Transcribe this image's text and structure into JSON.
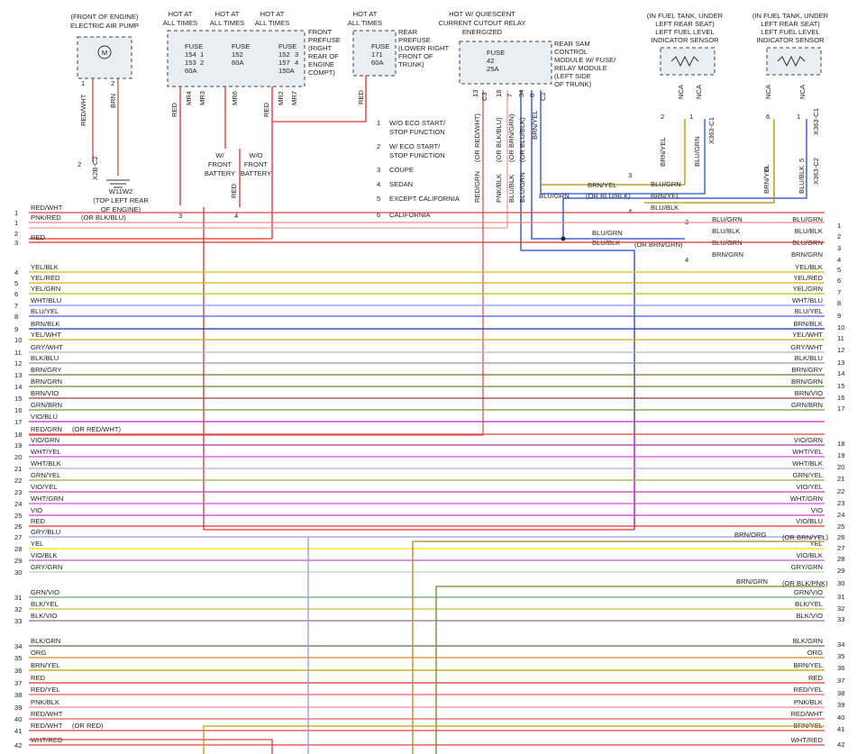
{
  "connectors": {
    "x2b_c2": "X2B-C2",
    "x363_c1_a": "X363-C1",
    "x363_c1_b": "X363-C1",
    "x363_c2": "X363-C2",
    "c3_label": "C3",
    "c2_label": "C2"
  },
  "components": {
    "air_pump": [
      "(FRONT OF ENGINE)",
      "ELECTRIC AIR PUMP"
    ],
    "air_pump_motor": "M",
    "hot1": [
      "HOT AT",
      "ALL TIMES"
    ],
    "hot2": [
      "HOT AT",
      "ALL TIMES"
    ],
    "hot3": [
      "HOT AT",
      "ALL TIMES"
    ],
    "hot4": [
      "HOT AT",
      "ALL TIMES"
    ],
    "hot5": [
      "HOT W/ QUIESCENT",
      "CURRENT CUTOUT RELAY",
      "ENERGIZED"
    ],
    "front_prefuse": [
      "FRONT",
      "PREFUSE",
      "(RIGHT",
      "REAR OF",
      "ENGINE",
      "COMPT)"
    ],
    "rear_prefuse": [
      "REAR",
      "PREFUSE",
      "(LOWER RIGHT",
      "FRONT OF",
      "TRUNK)"
    ],
    "rear_sam": [
      "REAR SAM",
      "CONTROL",
      "MODULE W/ FUSE/",
      "RELAY MODULE",
      "(LEFT SIDE",
      "OF TRUNK)"
    ],
    "fuel_sensor_1": [
      "(IN FUEL TANK, UNDER",
      "LEFT REAR SEAT)",
      "LEFT FUEL LEVEL",
      "INDICATOR SENSOR"
    ],
    "fuel_sensor_2": [
      "(IN FUEL TANK, UNDER",
      "LEFT REAR SEAT)",
      "LEFT FUEL LEVEL",
      "INDICATOR SENSOR"
    ],
    "ground": [
      "W11W2",
      "(TOP LEFT REAR",
      "OF ENGINE)"
    ],
    "fuse_a": [
      "FUSE",
      "154",
      "153",
      "60A"
    ],
    "fuse_b": [
      "FUSE",
      "152",
      "60A"
    ],
    "fuse_c": [
      "FUSE",
      "152",
      "157",
      "150A"
    ],
    "fuse_d": [
      "FUSE",
      "171",
      "60A"
    ],
    "fuse_e": [
      "FUSE",
      "42",
      "25A"
    ],
    "w_front_battery": [
      "W/",
      "FRONT",
      "BATTERY"
    ],
    "wo_front_battery": [
      "W/O",
      "FRONT",
      "BATTERY"
    ]
  },
  "legend": [
    {
      "num": "1",
      "text": [
        "W/O ECO START/",
        "STOP FUNCTION"
      ]
    },
    {
      "num": "2",
      "text": [
        "W/ ECO START/",
        "STOP FUNCTION"
      ]
    },
    {
      "num": "3",
      "text": [
        "COUPE"
      ]
    },
    {
      "num": "4",
      "text": [
        "SEDAN"
      ]
    },
    {
      "num": "5",
      "text": [
        "EXCEPT CALIFORNIA"
      ]
    },
    {
      "num": "6",
      "text": [
        "CALIFORNIA"
      ]
    }
  ],
  "top_wires": {
    "pump_pin1": "1",
    "pump_pin2": "2",
    "pump_w1": "RED/WHT",
    "pump_w2": "BRN",
    "x2b_pin": "2",
    "fuse_pins": [
      "MR4",
      "MR3",
      "MR6",
      "MR2",
      "MR7"
    ],
    "fuse_wires": [
      "RED",
      "RED",
      "RED",
      "RED"
    ],
    "callouts": [
      "1",
      "2",
      "3",
      "4"
    ],
    "bracket": [
      "3",
      "4"
    ],
    "sam_pins": [
      "13",
      "18",
      "7",
      "34",
      "8"
    ],
    "sam_wires": [
      "RED/GRN",
      "(OR RED/WHT)",
      "PNK/BLK",
      "(OR BLK/BLU)",
      "BLU/BLK",
      "(OR BRN/GRN)",
      "BLU/GRN",
      "(OR BLU/BLK)",
      "BRN/YEL"
    ],
    "sensor1_pins": [
      "NCA",
      "NCA",
      "2",
      "1"
    ],
    "sensor1_wires": [
      "BRN/YEL",
      "BLU/GRN"
    ],
    "sensor2_pins": [
      "NCA",
      "NCA",
      "6",
      "5",
      "1"
    ],
    "sensor2_wires": [
      "BRN/YEL",
      "BLU/BLK"
    ],
    "mid_labels": [
      "BRN/YEL",
      "BLU/GRN",
      "(OR BLU/BLK)",
      "BLU/GRN",
      "BRN/YEL",
      "BLU/BLK",
      "BLU/GRN",
      "BLU/BLK",
      "(OR BRN/GRN)"
    ],
    "brace_nums": [
      "3",
      "4",
      "3",
      "4"
    ],
    "right_group": [
      {
        "l": "BLU/GRN",
        "r": "BLU/GRN"
      },
      {
        "l": "BLU/BLK",
        "r": "BLU/BLK"
      },
      {
        "l": "BLU/GRN",
        "r": "BLU/GRN"
      },
      {
        "l": "BRN/GRN",
        "r": "BRN/GRN"
      }
    ]
  },
  "rows": [
    {
      "n": "1",
      "l": "RED/WHT",
      "r": "",
      "note": ""
    },
    {
      "n": "1",
      "l": "PNK/RED",
      "r": "",
      "note": "(OR BLK/BLU)"
    },
    {
      "n": "2",
      "l": "",
      "r": "",
      "note": ""
    },
    {
      "n": "3",
      "l": "RED",
      "r": "",
      "note": ""
    },
    {
      "n": "4",
      "l": "YEL/BLK",
      "r": "YEL/BLK",
      "note": ""
    },
    {
      "n": "5",
      "l": "YEL/RED",
      "r": "YEL/RED",
      "note": ""
    },
    {
      "n": "6",
      "l": "YEL/GRN",
      "r": "YEL/GRN",
      "note": ""
    },
    {
      "n": "7",
      "l": "WHT/BLU",
      "r": "WHT/BLU",
      "note": ""
    },
    {
      "n": "8",
      "l": "BLU/YEL",
      "r": "BLU/YEL",
      "note": ""
    },
    {
      "n": "9",
      "l": "BRN/BLK",
      "r": "BRN/BLK",
      "note": ""
    },
    {
      "n": "10",
      "l": "YEL/WHT",
      "r": "YEL/WHT",
      "note": ""
    },
    {
      "n": "11",
      "l": "GRY/WHT",
      "r": "GRY/WHT",
      "note": ""
    },
    {
      "n": "12",
      "l": "BLK/BLU",
      "r": "BLK/BLU",
      "note": ""
    },
    {
      "n": "13",
      "l": "BRN/GRY",
      "r": "BRN/GRY",
      "note": ""
    },
    {
      "n": "14",
      "l": "BRN/GRN",
      "r": "BRN/GRN",
      "note": ""
    },
    {
      "n": "15",
      "l": "BRN/VIO",
      "r": "BRN/VIO",
      "note": ""
    },
    {
      "n": "16",
      "l": "GRN/BRN",
      "r": "GRN/BRN",
      "note": ""
    },
    {
      "n": "17",
      "l": "VIO/BLU",
      "r": "",
      "note": ""
    },
    {
      "n": "18",
      "l": "RED/GRN",
      "r": "",
      "note": "(OR RED/WHT)"
    },
    {
      "n": "19",
      "l": "VIO/GRN",
      "r": "VIO/GRN",
      "note": ""
    },
    {
      "n": "20",
      "l": "WHT/YEL",
      "r": "WHT/YEL",
      "note": ""
    },
    {
      "n": "21",
      "l": "WHT/BLK",
      "r": "WHT/BLK",
      "note": ""
    },
    {
      "n": "22",
      "l": "GRN/YEL",
      "r": "GRN/YEL",
      "note": ""
    },
    {
      "n": "23",
      "l": "VIO/YEL",
      "r": "VIO/YEL",
      "note": ""
    },
    {
      "n": "24",
      "l": "WHT/GRN",
      "r": "WHT/GRN",
      "note": ""
    },
    {
      "n": "25",
      "l": "VIO",
      "r": "VIO",
      "note": ""
    },
    {
      "n": "26",
      "l": "RED",
      "r": "VIO/BLU",
      "note": ""
    },
    {
      "n": "27",
      "l": "GRY/BLU",
      "r": "",
      "note": ""
    },
    {
      "n": "28",
      "l": "YEL",
      "r": "YEL",
      "note": ""
    },
    {
      "n": "29",
      "l": "VIO/BLK",
      "r": "VIO/BLK",
      "note": ""
    },
    {
      "n": "30",
      "l": "GRY/GRN",
      "r": "GRY/GRN",
      "note": ""
    },
    {
      "n": "31",
      "l": "GRN/VIO",
      "r": "GRN/VIO",
      "note": ""
    },
    {
      "n": "32",
      "l": "BLK/YEL",
      "r": "BLK/YEL",
      "note": ""
    },
    {
      "n": "33",
      "l": "BLK/VIO",
      "r": "BLK/VIO",
      "note": ""
    },
    {
      "n": "34",
      "l": "BLK/GRN",
      "r": "BLK/GRN",
      "note": ""
    },
    {
      "n": "35",
      "l": "ORG",
      "r": "ORG",
      "note": ""
    },
    {
      "n": "36",
      "l": "BRN/YEL",
      "r": "BRN/YEL",
      "note": ""
    },
    {
      "n": "37",
      "l": "RED",
      "r": "RED",
      "note": ""
    },
    {
      "n": "38",
      "l": "RED/YEL",
      "r": "RED/YEL",
      "note": ""
    },
    {
      "n": "39",
      "l": "PNK/BLK",
      "r": "PNK/BLK",
      "note": ""
    },
    {
      "n": "40",
      "l": "RED/WHT",
      "r": "RED/WHT",
      "note": ""
    },
    {
      "n": "41",
      "l": "RED/WHT",
      "r": "BRN/YEL",
      "note": "(OR RED)"
    },
    {
      "n": "42",
      "l": "WHT/RED",
      "r": "WHT/RED",
      "note": ""
    }
  ],
  "right_nums": [
    "1",
    "2",
    "3",
    "4",
    "5",
    "6",
    "7",
    "8",
    "9",
    "10",
    "11",
    "12",
    "13",
    "14",
    "15",
    "16",
    "17",
    "18",
    "19",
    "20",
    "21",
    "22",
    "23",
    "24",
    "25",
    "26",
    "27",
    "28",
    "29",
    "30",
    "31",
    "32",
    "33",
    "34",
    "35",
    "36",
    "37",
    "38",
    "39",
    "40",
    "41",
    "42"
  ],
  "extra_labels": {
    "brn_org": "BRN/ORG",
    "or_brn_yel": "(OR BRN/YEL)",
    "brn_grn": "BRN/GRN",
    "or_blk_pnk": "(OR BLK/PNK)"
  }
}
